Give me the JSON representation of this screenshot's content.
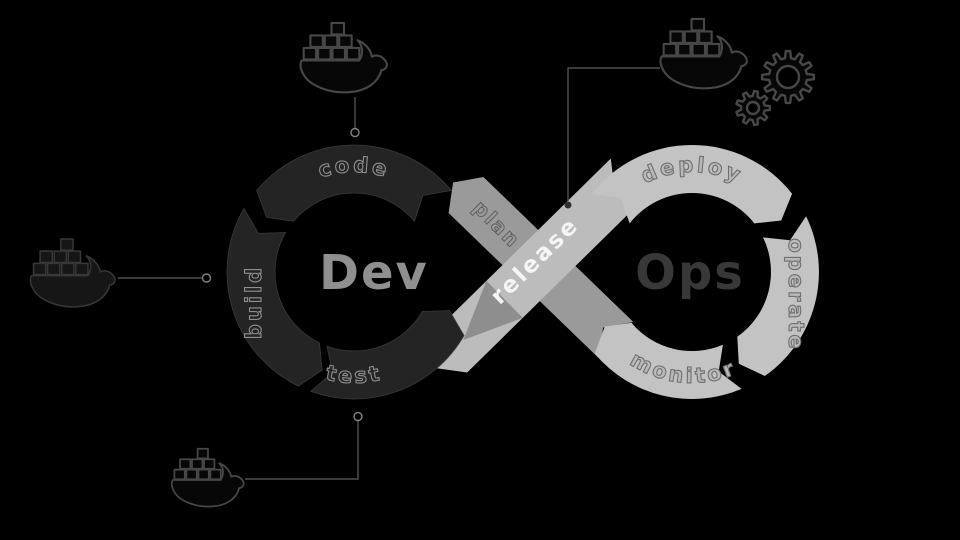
{
  "diagram": {
    "dev_loop": {
      "label": "Dev",
      "segments": [
        {
          "label": "code",
          "position": "top"
        },
        {
          "label": "build",
          "position": "left"
        },
        {
          "label": "test",
          "position": "bottom"
        }
      ]
    },
    "ops_loop": {
      "label": "Ops",
      "segments": [
        {
          "label": "deploy",
          "position": "top"
        },
        {
          "label": "operate",
          "position": "right"
        },
        {
          "label": "monitor",
          "position": "bottom"
        }
      ]
    },
    "bands": {
      "plan": {
        "label": "plan"
      },
      "release": {
        "label": "release"
      }
    },
    "icons": [
      {
        "name": "docker-whale-icon",
        "position": "top-left",
        "style": "outline"
      },
      {
        "name": "docker-whale-icon",
        "position": "top-right",
        "style": "outline"
      },
      {
        "name": "docker-whale-icon",
        "position": "left",
        "style": "filled"
      },
      {
        "name": "docker-whale-icon",
        "position": "bottom",
        "style": "outline"
      },
      {
        "name": "gear-icon",
        "position": "top-right-large"
      },
      {
        "name": "gear-icon",
        "position": "top-right-small"
      }
    ]
  },
  "colors": {
    "background": "#000000",
    "dev_loop_fill": "#242424",
    "dev_loop_edge": "#3a3a3a",
    "dev_label": "#8f8f8f",
    "dev_segment_text_fill": "#242424",
    "dev_segment_text_stroke": "#8f8f8f",
    "ops_loop_fill": "#c3c3c3",
    "ops_label": "#383838",
    "ops_segment_text_fill": "#b9b9b9",
    "ops_segment_text_stroke": "#6f6f6f",
    "plan_band": "#9a9a9a",
    "plan_text_fill": "#9a9a9a",
    "plan_text_stroke": "#5e5e5e",
    "release_band": "#bcbcbc",
    "release_text": "#f5f5f5",
    "release_arrow": "#8e8e8e",
    "icon_fill": "#070707",
    "icon_stroke": "#474747",
    "whale_filled": "#161616",
    "whale_filled_stroke": "#383838",
    "connector": "#4f4f4f",
    "connector_ring": "#838383",
    "connector_dot": "#2f2f2f"
  }
}
